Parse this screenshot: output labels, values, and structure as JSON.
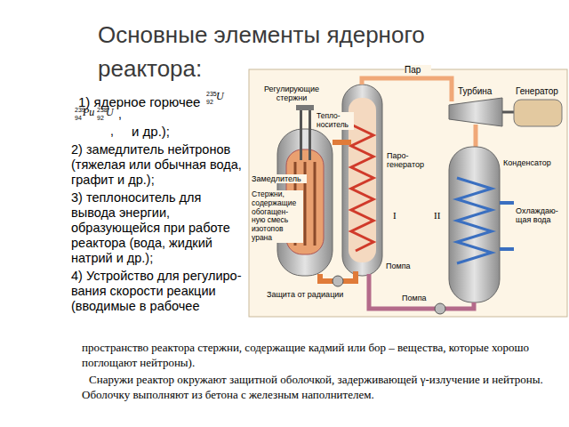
{
  "diagram": {
    "title": "Основные элементы ядерного реактора:",
    "labels": [
      "1) ядерное горючее",
      "235",
      "92",
      "U",
      "239",
      "94",
      "Pu",
      "238",
      "92",
      "U",
      ",",
      ",",
      "и др.);",
      "2) замедлитель нейтронов (тяжелая или обычная вода, графит и др.);",
      "3) теплоноситель для вывода энергии, образующейся при работе реактора (вода, жидкий натрий и др.);",
      "4) Устройство для регулиро- вания скорости реакции (вводимые в рабочее",
      "пространство реактора стержни, содержащие кадмий или бор – вещества, которые хорошо поглощают нейтроны).",
      "Снаружи реактор окружают защитной оболочкой, задерживающей γ-излучение и нейтроны. Оболочку выполняют из бетона с железным наполнителем.",
      "Пар",
      "Турбина",
      "Генератор",
      "Регулирующие стержни",
      "Тепло- носитель",
      "Паро- генератор",
      "Конденсатор",
      "Замедлитель",
      "Стержни, содержащие обогащен- ную смесь изотопов урана",
      "I",
      "II",
      "Охлаждаю- щая вода",
      "Помпа",
      "Защита от радиации",
      "Помпа"
    ]
  }
}
